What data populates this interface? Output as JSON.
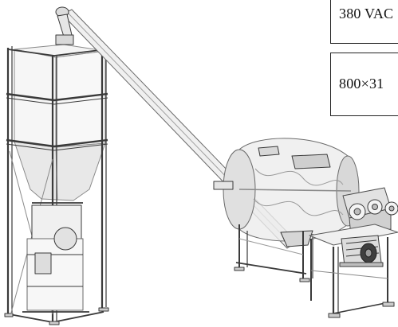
{
  "spec_labels": [
    {
      "text": "380 VAC"
    },
    {
      "text": "800×31"
    }
  ],
  "colors": {
    "line": "#3a3a3a",
    "light_line": "#8a8a8a",
    "fill_light": "#eeeeee",
    "fill_mid": "#d6d6d6",
    "background": "#ffffff"
  },
  "components": [
    "storage-silo",
    "screw-conveyor",
    "ribbon-mixer",
    "drive-motor",
    "gearbox",
    "support-frame"
  ]
}
